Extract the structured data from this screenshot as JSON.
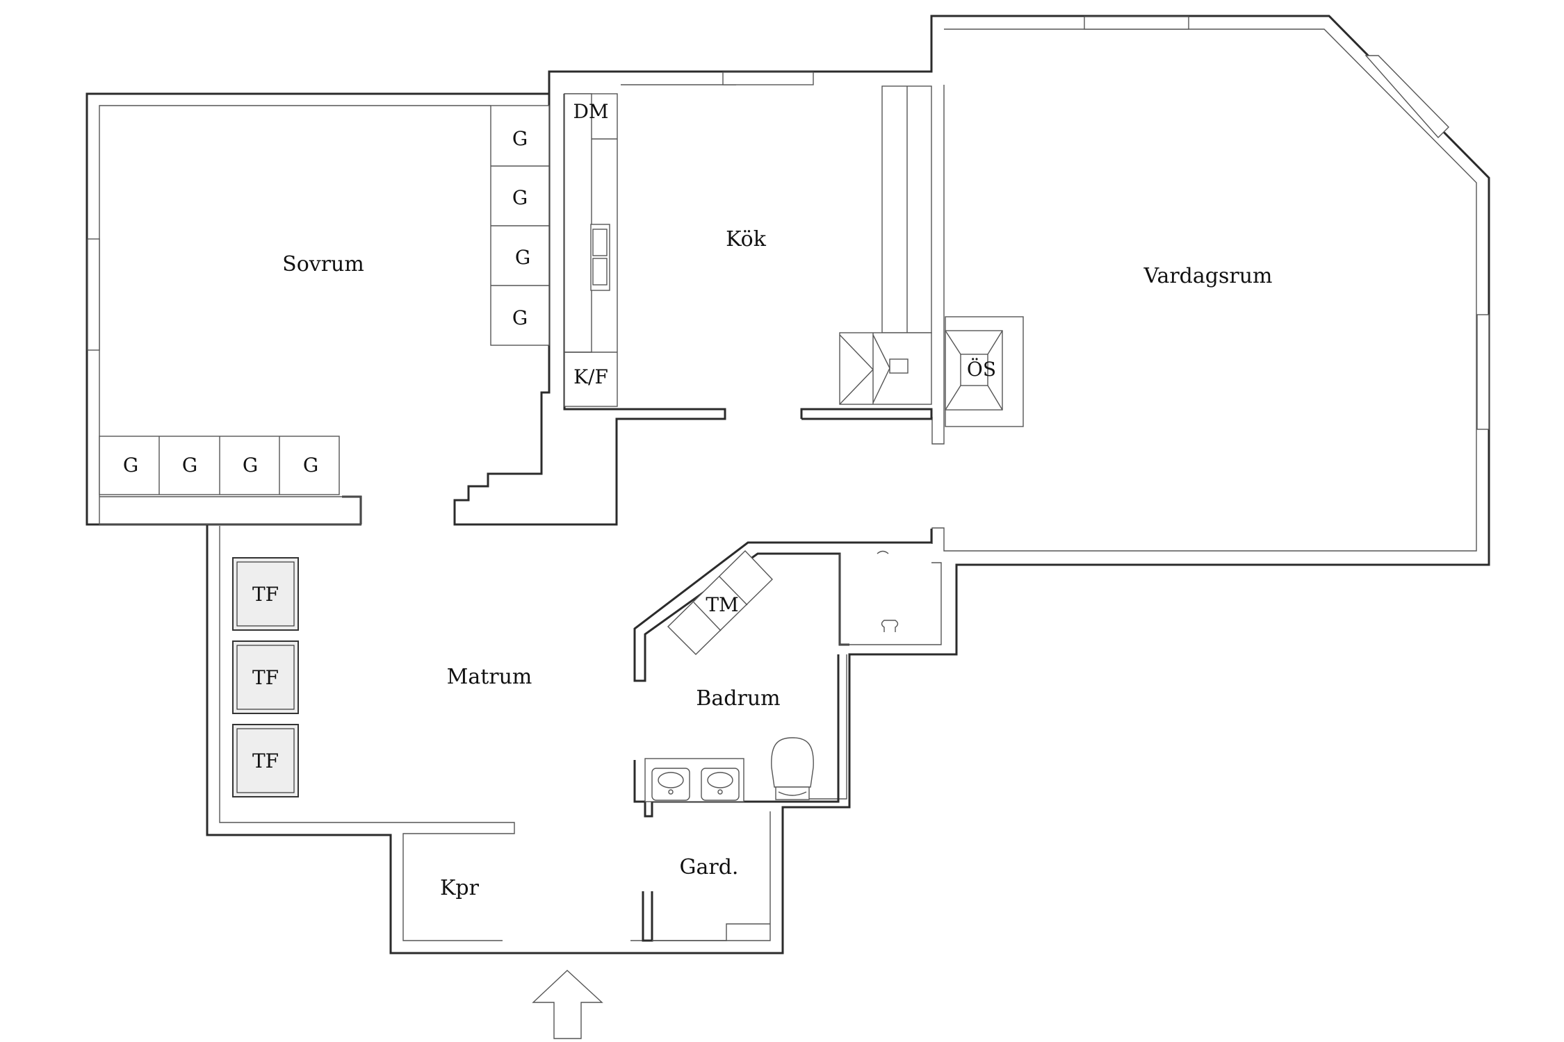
{
  "rooms": {
    "sovrum": "Sovrum",
    "kok": "Kök",
    "vardagsrum": "Vardagsrum",
    "matrum": "Matrum",
    "badrum": "Badrum",
    "kpr": "Kpr",
    "gard": "Gard."
  },
  "fixtures": {
    "dishwasher": "DM",
    "fridge_freezer": "K/F",
    "stove": "ÖS",
    "washing_machine": "TM",
    "wardrobe": "G",
    "drying_cabinet": "TF"
  }
}
